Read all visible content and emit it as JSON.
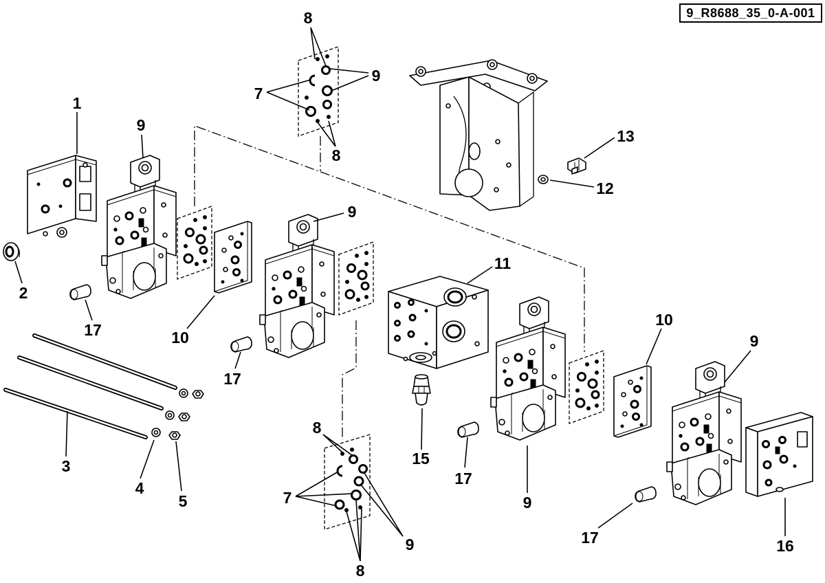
{
  "reference_id": "9_R8688_35_0-A-001",
  "callouts": [
    "1",
    "2",
    "3",
    "4",
    "5",
    "9",
    "9",
    "9",
    "9",
    "9",
    "8",
    "8",
    "7",
    "8",
    "7",
    "9",
    "8",
    "10",
    "10",
    "11",
    "12",
    "13",
    "15",
    "16",
    "17",
    "17",
    "17",
    "17"
  ]
}
